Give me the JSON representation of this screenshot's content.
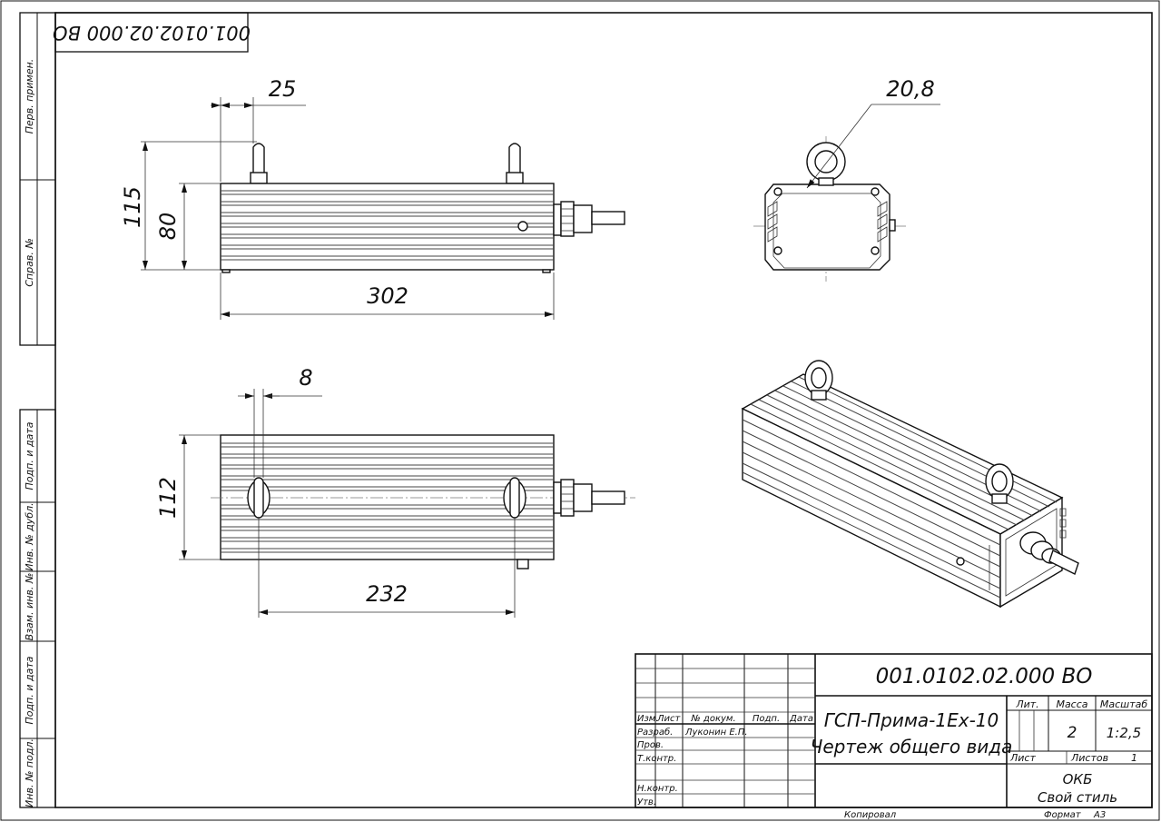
{
  "doc_code": "001.0102.02.000 ВО",
  "doc_code_rotated": "001.0102.02.000 ВО",
  "dimensions": {
    "front_offset": "25",
    "front_height_total": "115",
    "front_height_body": "80",
    "front_length": "302",
    "end_diameter": "20,8",
    "top_offset": "8",
    "top_width": "112",
    "top_spacing": "232"
  },
  "side_strip": {
    "perv_primen": "Перв. примен.",
    "sprav_no": "Справ. №",
    "podp_data_1": "Подп. и дата",
    "inv_dubl": "Инв. № дубл.",
    "vzam_inv": "Взам. инв. №",
    "podp_data_2": "Подп. и дата",
    "inv_podl": "Инв. № подл."
  },
  "title_block": {
    "headers": {
      "izm": "Изм.",
      "list": "Лист",
      "n_dokum": "№ докум.",
      "podp": "Подп.",
      "data": "Дата"
    },
    "roles": {
      "razrab": "Разраб.",
      "razrab_name": "Луконин Е.П.",
      "prov": "Пров.",
      "tkontr": "Т.контр.",
      "nkontr": "Н.контр.",
      "utv": "Утв."
    },
    "product_name": "ГСП-Прима-1Ex-10",
    "doc_name": "Чертеж общего вида",
    "lit_label": "Лит.",
    "massa_label": "Масса",
    "masshtab_label": "Масштаб",
    "massa_value": "2",
    "masshtab_value": "1:2,5",
    "list_label": "Лист",
    "listov_label": "Листов",
    "listov_value": "1",
    "org_line1": "ОКБ",
    "org_line2": "Свой стиль"
  },
  "footer": {
    "kopiroval": "Копировал",
    "format_label": "Формат",
    "format_value": "А3"
  }
}
